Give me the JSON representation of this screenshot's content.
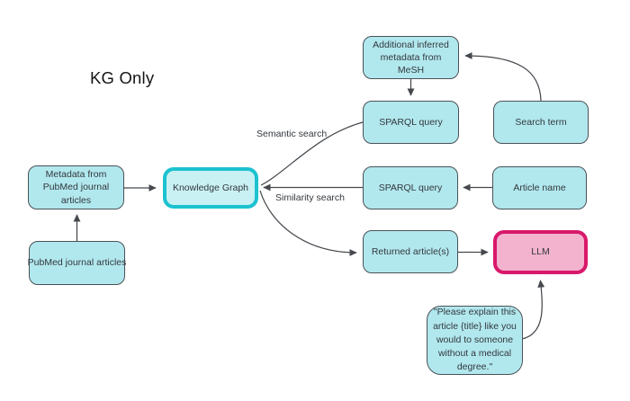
{
  "diagram_title": "KG Only",
  "nodes": {
    "metadata_pubmed": {
      "label": "Metadata from PubMed journal articles"
    },
    "pubmed_articles": {
      "label": "PubMed journal articles"
    },
    "knowledge_graph": {
      "label": "Knowledge Graph"
    },
    "additional_metadata": {
      "label": "Additional inferred metadata from MeSH"
    },
    "sparql_query_semantic": {
      "label": "SPARQL query"
    },
    "search_term": {
      "label": "Search term"
    },
    "sparql_query_similarity": {
      "label": "SPARQL query"
    },
    "article_name": {
      "label": "Article name"
    },
    "returned_articles": {
      "label": "Returned article(s)"
    },
    "llm": {
      "label": "LLM"
    },
    "prompt": {
      "label": "\"Please explain this article {title} like you would to someone without a medical degree.\""
    }
  },
  "edge_labels": {
    "semantic": "Semantic search",
    "similarity": "Similarity search"
  },
  "colors": {
    "node_fill": "#b1e8ee",
    "node_border": "#4a5157",
    "highlight_teal_border": "#1cc2d0",
    "highlight_teal_fill": "#c9f1f4",
    "llm_border": "#d8196b",
    "llm_fill": "#f3b3cf",
    "arrow": "#45494e",
    "text": "#33383d",
    "title_text": "#151515",
    "background": "#ffffff"
  }
}
